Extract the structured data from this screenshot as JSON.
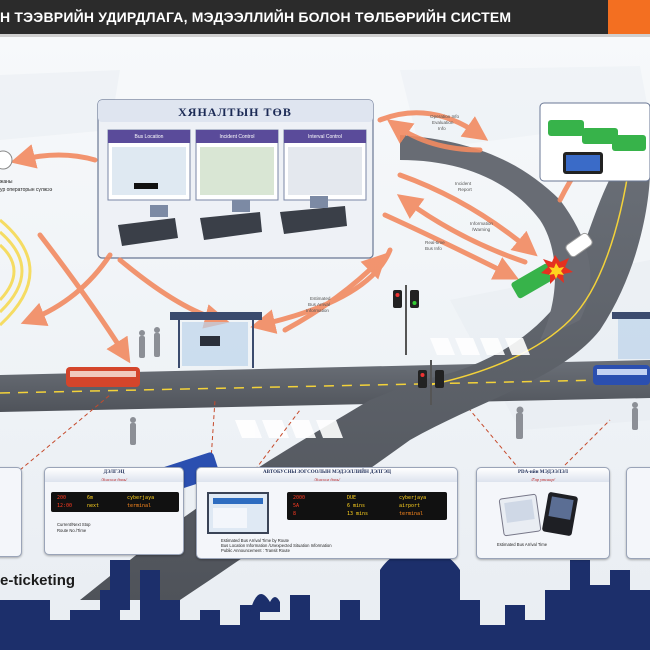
{
  "header": {
    "title": "Н ТЭЭВРИЙН УДИРДЛАГА, МЭДЭЭЛЛИЙН БОЛОН ТӨЛБӨРИЙН СИСТЕМ",
    "accent_color": "#f36f21"
  },
  "control_center": {
    "title": "ХЯНАЛТЫН ТӨВ",
    "screens": [
      "Bus Location",
      "Incident Control",
      "Interval Control"
    ]
  },
  "left_labels": {
    "line1": "жаны",
    "line2": "ур операторын сүлжээ"
  },
  "flow_labels": {
    "operation_info": [
      "Operation Info",
      "Evaluation",
      "Info"
    ],
    "incident_report": [
      "Incident",
      "Report"
    ],
    "real_time_bus_info": [
      "Real-time",
      "Bus Info"
    ],
    "information_warning": [
      "Information",
      "/Warning"
    ],
    "estimated_arrival": [
      "Estimated",
      "Bus Arrival",
      "Information"
    ]
  },
  "panels": {
    "left_panel": {
      "title": "ДЭЛГЭЦ",
      "subtitle": "/Зогсоол дахь/",
      "rows": [
        {
          "num": "200",
          "info": "6m",
          "dest": "cyberjaya"
        },
        {
          "num": "12:00",
          "info": "next",
          "dest": "terminal"
        }
      ],
      "caption": [
        "Current/Next Stop",
        "Route No./Time"
      ]
    },
    "center_panel": {
      "title": "АВТОБУСНЫ ЗОГСООЛЫН МЭДЭЭЛЛИЙН ДЭЛГЭЦ",
      "subtitle": "/Зогсоол дахь/",
      "rows": [
        {
          "num": "2000",
          "info": "DUE",
          "dest": "cyberjaya"
        },
        {
          "num": "5A",
          "info": "6 mins",
          "dest": "airport"
        },
        {
          "num": "8",
          "info": "13 mins",
          "dest": "terminal"
        }
      ],
      "caption": [
        "Estimated Bus Arrival Time by Route",
        "Bus Location Information /Unexpected Situation Information",
        "Public Announcement : Transit Route"
      ]
    },
    "right_panel": {
      "title": "PDA-ийн МЭДЭЭЛЭЛ",
      "subtitle": "/Гар утсаар/",
      "caption": [
        "Estimated Bus Arrival Time"
      ]
    }
  },
  "eticketing": "e-ticketing",
  "colors": {
    "arrow": "#f28a61",
    "road": "#5b5f66",
    "bus_red": "#d4452b",
    "bus_green": "#37b34a",
    "bus_blue": "#2b4fb0",
    "skyline": "#1c2f6b"
  }
}
